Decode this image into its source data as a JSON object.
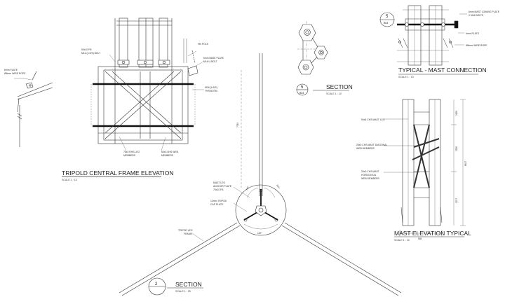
{
  "titles": {
    "tripod_elev": {
      "title": "TRIPOLD CENTRAL FRAME ELEVATION",
      "scale": "SCALE 1 : 10"
    },
    "section5": {
      "title": "SECTION",
      "scale": "SCALE 1 : 10",
      "num": "5",
      "ref": "B04"
    },
    "mast_conn": {
      "title": "TYPICAL - MAST CONNECTION",
      "scale": "SCALE 1 : 10"
    },
    "mast_elev": {
      "title": "MAST ELEVATION TYPICAL",
      "scale": "SCALE 1 : 10"
    },
    "section2": {
      "title": "SECTION",
      "scale": "SCALE 1 : 25",
      "num": "2"
    }
  },
  "bubble_conn": {
    "num": "5",
    "ref": "B04"
  },
  "labels": {
    "plate_left": "6mm PLATE",
    "wire_left": "Ø6mm WIRE ROPE",
    "bolt_50": "50x10 FB",
    "bolt_m12": "M12 (4.6/S) BOLT",
    "pin_pole": "HN POLE",
    "base_plate": "6mm BASE PLATE",
    "u_bolt": "M16 U-BOLT",
    "m16_bolt": "M16 (4.6/S)",
    "thr_bolt": "THR BOTM",
    "rhs_75": "75x3 RHS LEG",
    "rhs_60": "60x3 SHS WEB",
    "members": "MEMBERS",
    "mast_plate": "6mm MAST JOINING PLATE",
    "m16_bolts": "2 M16 BOLTS",
    "six_plate": "6mm PLATE",
    "wire_rope": "Ø6mm WIRE ROPE",
    "chs_leg": "90x4 CHS MAST LEG",
    "chs_diag": "25x3 CHS MAST DIAGONAL",
    "web_members": "WEB MEMBERS",
    "chs_horiz": "25x3 CHS MAST",
    "horizontal": "HORIZONTAL",
    "mast_leg_anchor": "MAST LEG",
    "anchor_plate": "ANCHOR PLATE",
    "anchor_fb": "75x10 FB",
    "tripod_cap": "12mm TRIPOD",
    "cap_plate": "CAP PLATE",
    "tripod_leg": "TRIPOD LEG",
    "frame": "FRAME"
  },
  "dims": {
    "mast_height": "7769",
    "angle_a": "120°",
    "angle_b": "120°",
    "angle_c": "120°",
    "elev_top": "2200",
    "elev_mid": "2200",
    "elev_tot": "6617",
    "elev_bot": "2217",
    "elev_width": "565"
  }
}
